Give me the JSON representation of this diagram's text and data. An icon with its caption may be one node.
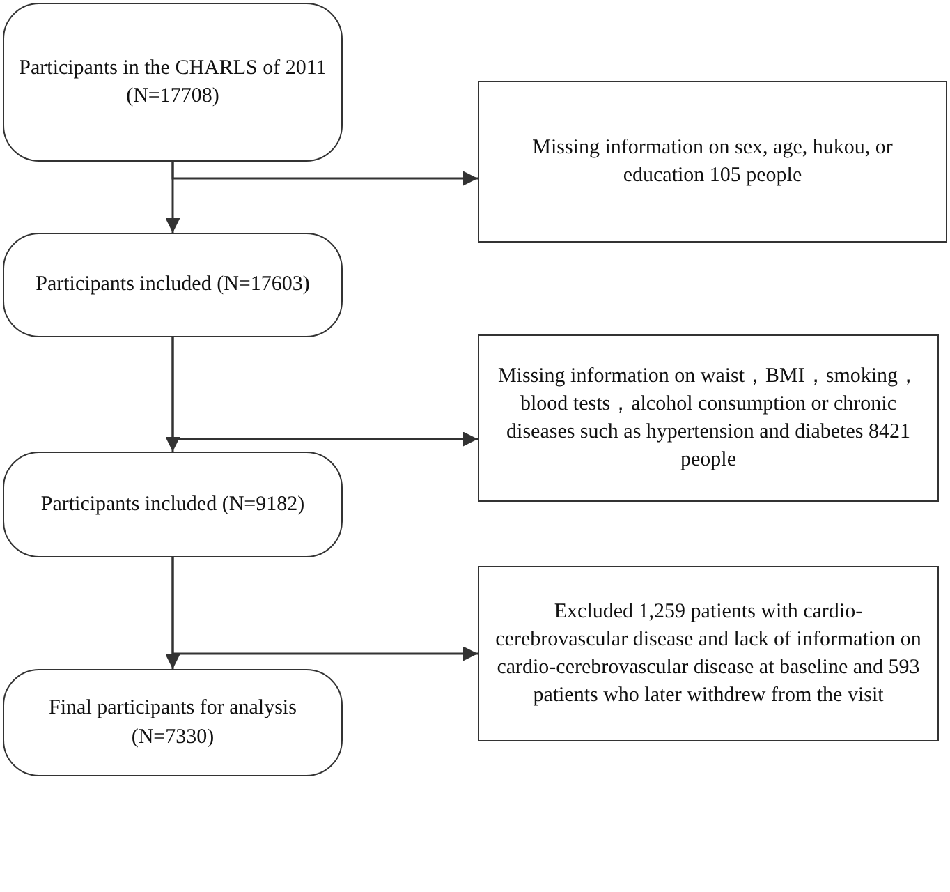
{
  "diagram": {
    "nodes": [
      {
        "text": [
          "Participants in the CHARLS of 2011 (N=17708)"
        ]
      },
      {
        "text": [
          "Missing information on sex, age, hukou, or education 105 people"
        ]
      },
      {
        "text": [
          "Participants included (N=17603)"
        ]
      },
      {
        "text": [
          "Missing information on waist，BMI，smoking，blood tests，alcohol consumption or chronic diseases such as hypertension and diabetes 8421 people"
        ]
      },
      {
        "text": [
          "Participants included (N=9182)"
        ]
      },
      {
        "text": [
          "Excluded 1,259 patients with cardio-cerebrovascular disease and lack of information on cardio-cerebrovascular disease at baseline and 593 patients who later withdrew from the visit"
        ]
      },
      {
        "text": [
          "Final participants for analysis (N=7330)"
        ]
      }
    ],
    "edges": [
      {
        "from": 0,
        "to": 2,
        "arrow": "to"
      },
      {
        "from": 0,
        "to": 1,
        "arrow": "to"
      },
      {
        "from": 2,
        "to": 4,
        "arrow": "to"
      },
      {
        "from": 2,
        "to": 3,
        "arrow": "to"
      },
      {
        "from": 4,
        "to": 6,
        "arrow": "to"
      },
      {
        "from": 4,
        "to": 5,
        "arrow": "to"
      }
    ]
  }
}
